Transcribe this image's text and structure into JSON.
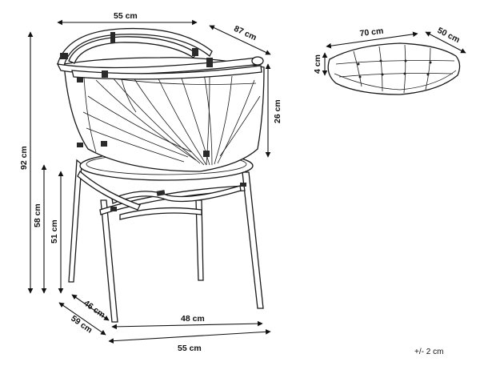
{
  "chair": {
    "top_width": "55 cm",
    "top_depth": "87 cm",
    "back_height": "26 cm",
    "total_height": "92 cm",
    "seat_height": "58 cm",
    "armrest_height": "51 cm",
    "seat_depth": "46 cm",
    "base_depth": "59 cm",
    "inner_width": "48 cm",
    "base_width": "55 cm"
  },
  "cushion": {
    "length": "70 cm",
    "width": "50 cm",
    "thickness": "4 cm"
  },
  "tolerance": "+/- 2 cm"
}
